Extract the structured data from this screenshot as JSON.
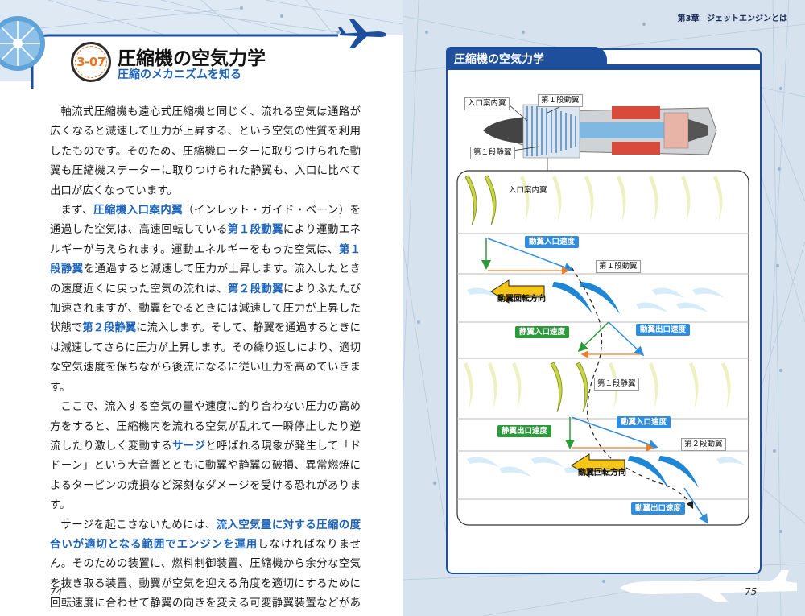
{
  "left_page": {
    "section_number": "3-07",
    "title": "圧縮機の空気力学",
    "subtitle": "圧縮のメカニズムを知る",
    "page_number": "74",
    "paragraphs": [
      [
        {
          "t": "軸流式圧縮機も遠心式圧縮機と同じく、流れる空気は通路が広くなると減速して圧力が上昇する、という空気の性質を利用したものです。そのため、圧縮機ローターに取りつけられた動翼も圧縮機ステーターに取りつけられた静翼も、入口に比べて出口が広くなっています。"
        }
      ],
      [
        {
          "t": "まず、"
        },
        {
          "t": "圧縮機入口案内翼",
          "h": true
        },
        {
          "t": "（インレット・ガイド・ベーン）を通過した空気は、高速回転している"
        },
        {
          "t": "第１段動翼",
          "h": true
        },
        {
          "t": "により運動エネルギーが与えられます。運動エネルギーをもった空気は、"
        },
        {
          "t": "第１段静翼",
          "h": true
        },
        {
          "t": "を通過すると減速して圧力が上昇します。流入したときの速度近くに戻った空気の流れは、"
        },
        {
          "t": "第２段動翼",
          "h": true
        },
        {
          "t": "によりふたたび加速されますが、動翼をでるときには減速して圧力が上昇した状態で"
        },
        {
          "t": "第２段静翼",
          "h": true
        },
        {
          "t": "に流入します。そして、静翼を通過するときには減速してさらに圧力が上昇します。その繰り返しにより、適切な空気速度を保ちながら後流になるに従い圧力を高めていきます。"
        }
      ],
      [
        {
          "t": "ここで、流入する空気の量や速度に釣り合わない圧力の高め方をすると、圧縮機内を流れる空気が乱れて一瞬停止したり逆流したり激しく変動する"
        },
        {
          "t": "サージ",
          "h": true
        },
        {
          "t": "と呼ばれる現象が発生して「ドドーン」という大音響とともに動翼や静翼の破損、異常燃焼によるタービンの焼損など深刻なダメージを受ける恐れがあります。"
        }
      ],
      [
        {
          "t": "サージを起こさないためには、"
        },
        {
          "t": "流入空気量に対する圧縮の度合いが適切となる範囲でエンジンを運用",
          "h": true
        },
        {
          "t": "しなければなりません。そのための装置に、燃料制御装置、圧縮機から余分な空気を抜き取る装置、動翼が空気を迎える角度を適切にするために回転速度に合わせて静翼の向きを変える可変静翼装置などがあります。"
        }
      ]
    ]
  },
  "right_page": {
    "chapter_label": "第3章",
    "chapter_title": "ジェットエンジンとは",
    "page_number": "75",
    "panel_title": "圧縮機の空気力学",
    "diagram_labels": {
      "igv_top": "入口案内翼",
      "stage1_rotor_top": "第１段動翼",
      "stage1_stator_top": "第１段静翼",
      "igv": "入口案内翼",
      "rotor_inlet_velocity_1": "動翼入口速度",
      "stage1_rotor": "第１段動翼",
      "rotation_dir_1": "動翼回転方向",
      "stator_inlet_velocity": "静翼入口速度",
      "rotor_outlet_velocity_1": "動翼出口速度",
      "stage1_stator": "第１段静翼",
      "stator_outlet_velocity": "静翼出口速度",
      "rotor_inlet_velocity_2": "動翼入口速度",
      "stage2_rotor": "第２段動翼",
      "rotation_dir_2": "動翼回転方向",
      "rotor_outlet_velocity_2": "動翼出口速度"
    },
    "colors": {
      "panel_border": "#1d4f9c",
      "velocity_blue": "#2f8de0",
      "velocity_green": "#2b9a3a",
      "rotation_arrow": "#f5c518",
      "guide_vane": "#c8d640"
    }
  }
}
